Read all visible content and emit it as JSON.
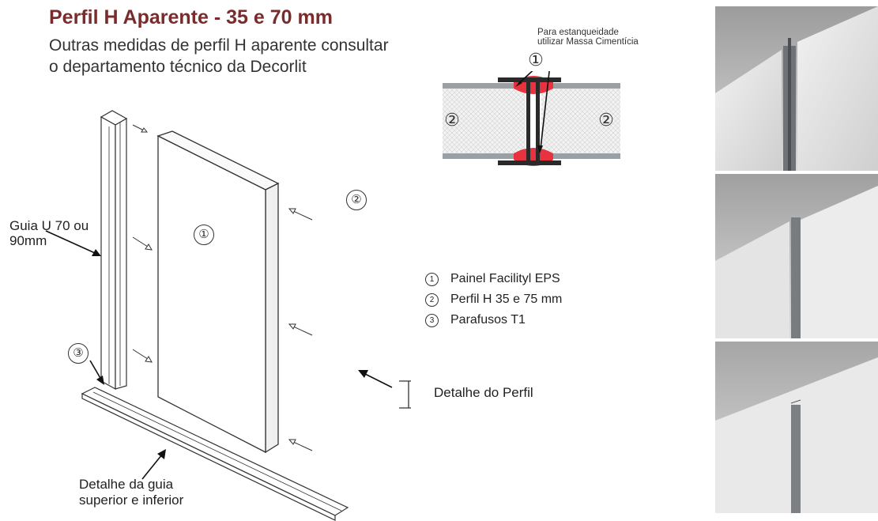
{
  "header": {
    "title": "Perfil H Aparente - 35 e 70 mm",
    "subtitle_line1": "Outras medidas de perfil H aparente consultar",
    "subtitle_line2": "o departamento técnico da Decorlit"
  },
  "section_detail": {
    "note_line1": "Para estanqueidade",
    "note_line2": "utilizar Massa Cimentícia",
    "marker_1": "①",
    "marker_2": "②",
    "colors": {
      "sealant": "#e8323f",
      "profile": "#2a2a2a",
      "plate": "#9aa0a3",
      "core": "#f0f0f0"
    }
  },
  "assembly": {
    "marker_panel": "①",
    "marker_profile": "②",
    "marker_screw": "③",
    "guide_label_line1": "Guia U 70 ou",
    "guide_label_line2": "90mm",
    "track_label_line1": "Detalhe da guia",
    "track_label_line2": "superior e inferior",
    "profile_detail_label": "Detalhe do Perfil"
  },
  "legend": {
    "items": [
      {
        "num": "1",
        "label": "Painel Facilityl EPS"
      },
      {
        "num": "2",
        "label": "Perfil H 35 e 75 mm"
      },
      {
        "num": "3",
        "label": "Parafusos T1"
      }
    ]
  },
  "photos": [
    {
      "name": "photo-h-profile-open-joint"
    },
    {
      "name": "photo-h-profile-inserted"
    },
    {
      "name": "photo-h-profile-finished-joint"
    }
  ]
}
